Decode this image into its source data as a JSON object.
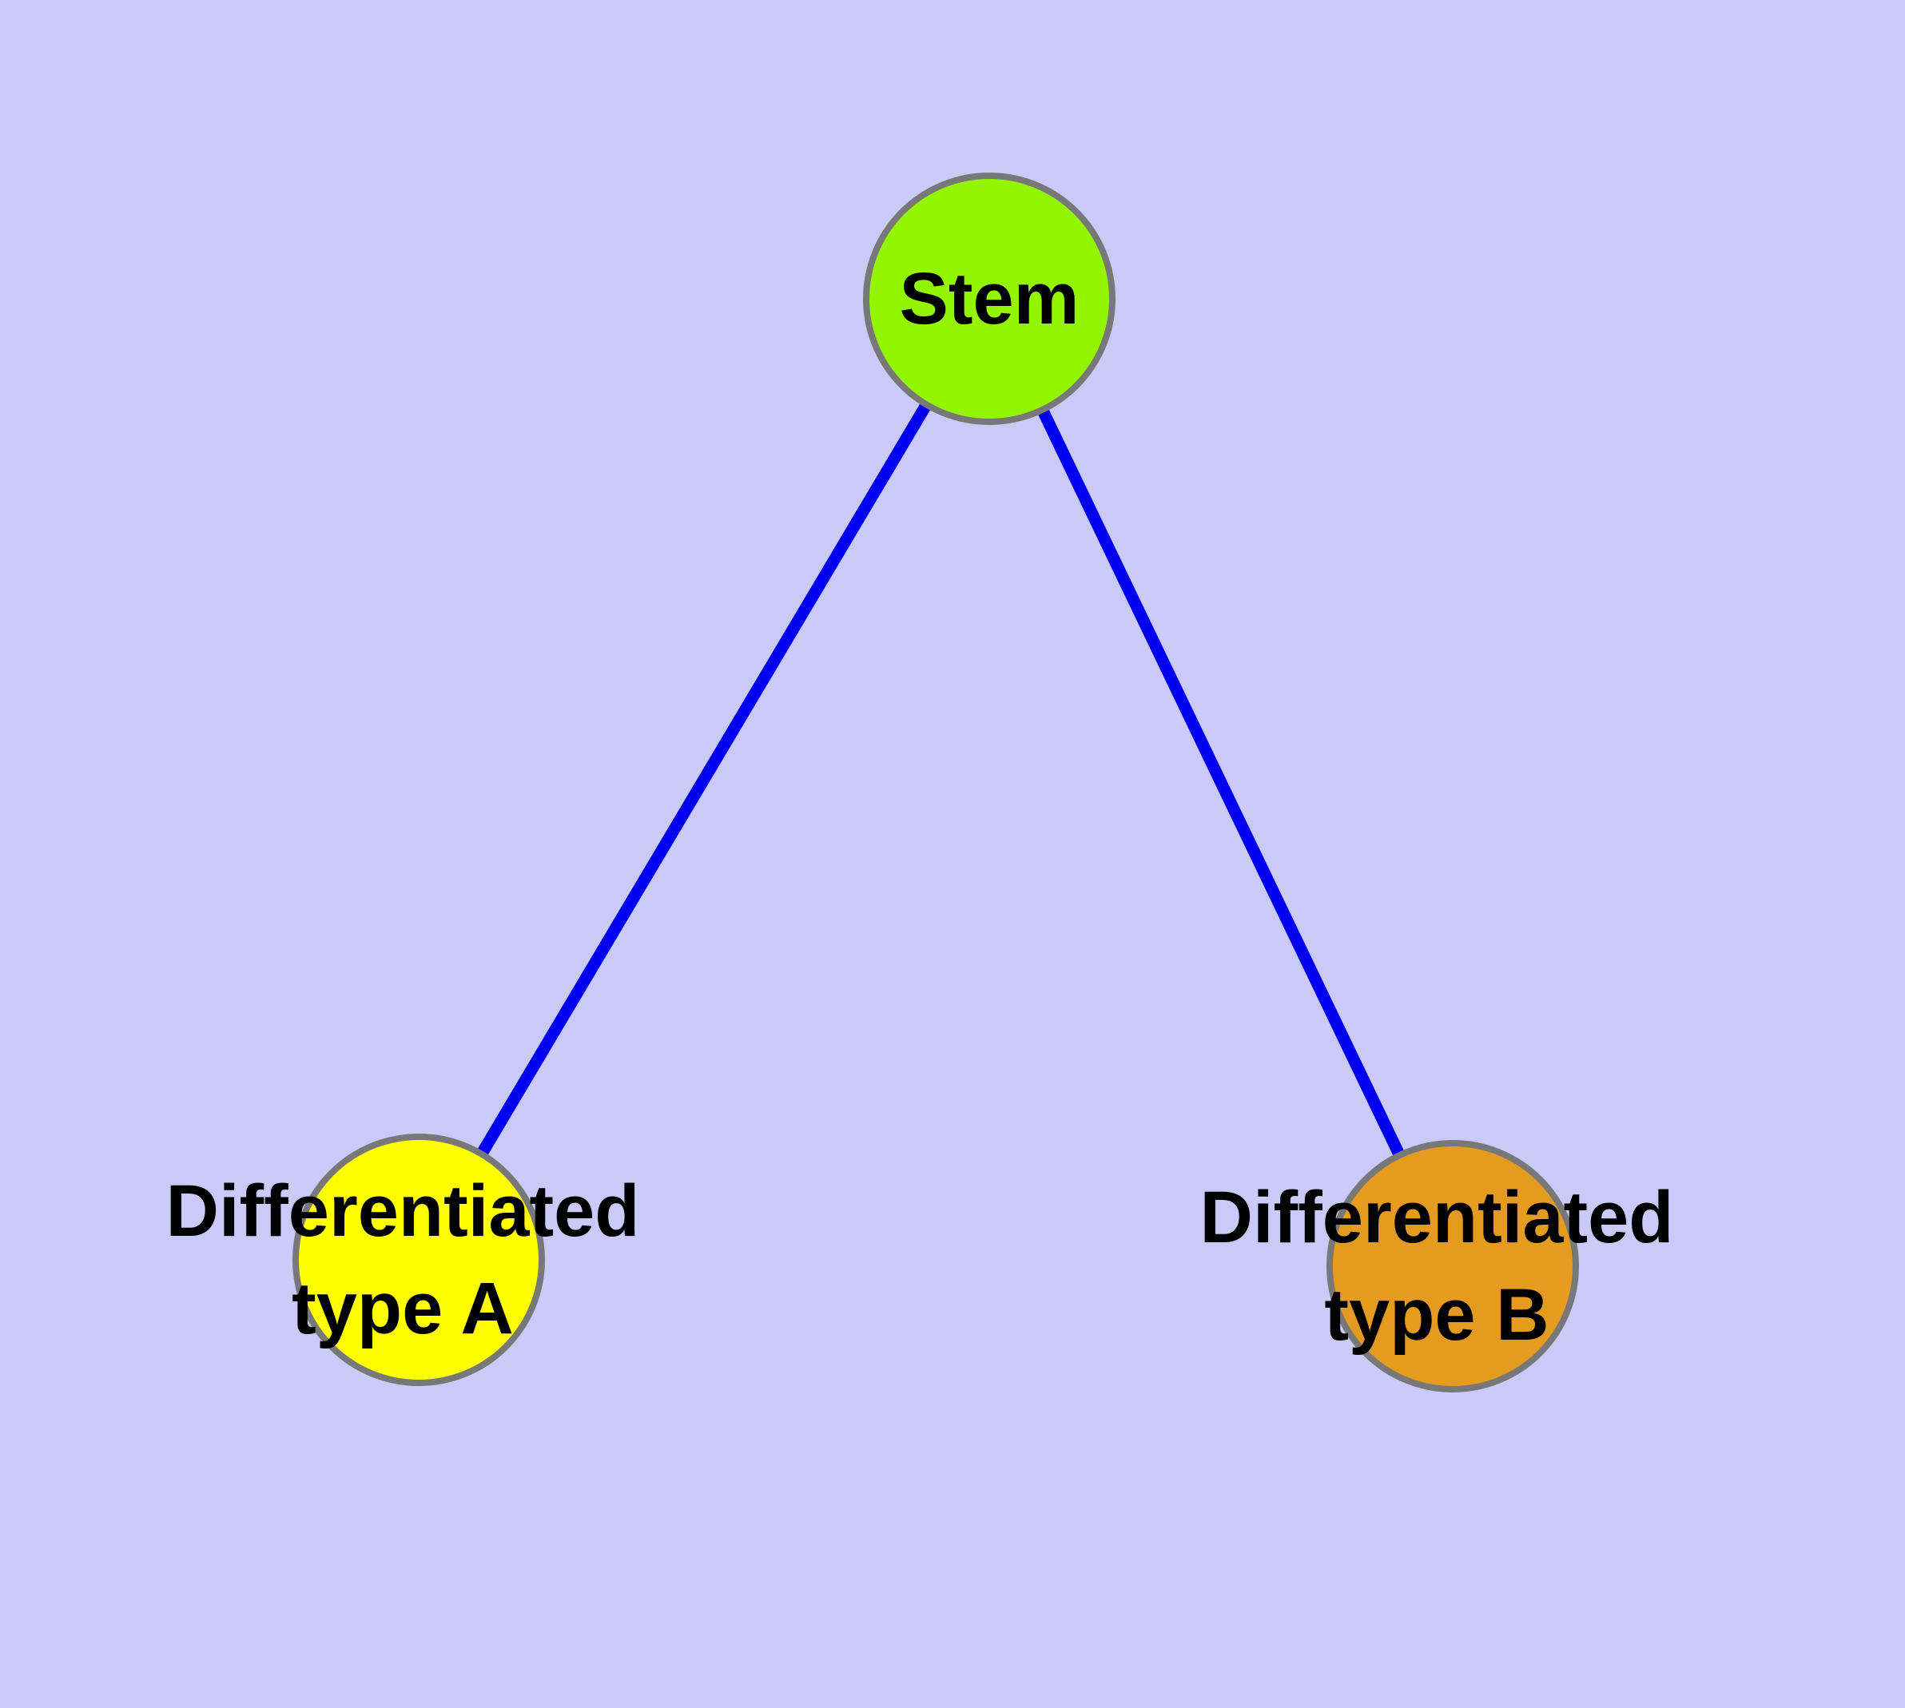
{
  "canvas": {
    "background": "#C9CAF8"
  },
  "graph": {
    "node_border_color": "#787878",
    "edge_color": "#0000F0",
    "text_color": "#000000",
    "nodes": [
      {
        "id": "stem",
        "label": "Stem",
        "fill": "#93F500"
      },
      {
        "id": "diff-a",
        "label_line1": "Differentiated",
        "label_line2": "type A",
        "fill": "#FFFF00"
      },
      {
        "id": "diff-b",
        "label_line1": "Differentiated",
        "label_line2": "type B",
        "fill": "#E49B20"
      }
    ],
    "edges": [
      {
        "from": "stem",
        "to": "diff-a"
      },
      {
        "from": "stem",
        "to": "diff-b"
      }
    ]
  }
}
